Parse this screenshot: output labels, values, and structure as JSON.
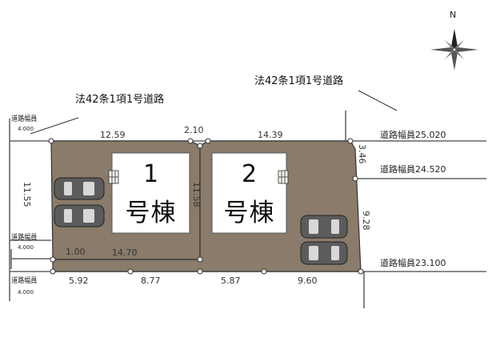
{
  "compass": {
    "north_label": "N"
  },
  "law_roads": {
    "left_label": "法42条1項1号道路",
    "right_label": "法42条1項1号道路"
  },
  "road_widths": {
    "left_top_title": "道路幅員",
    "left_top_value": "4.000",
    "left_mid_title": "道路幅員",
    "left_mid_value": "4.000",
    "left_bottom_title": "道路幅員",
    "left_bottom_value": "4.000",
    "right_1": "道路幅員25.020",
    "right_2": "道路幅員24.520",
    "right_3": "道路幅員23.100"
  },
  "dimensions": {
    "top_lot1": "12.59",
    "top_gap": "2.10",
    "top_lot2": "14.39",
    "left_side": "11.55",
    "divider": "11.58",
    "right_upper": "3.46",
    "right_lower": "9.28",
    "inner_small": "1.00",
    "inner_bottom": "14.70",
    "bottom_1": "5.92",
    "bottom_2": "8.77",
    "bottom_3": "5.87",
    "bottom_4": "9.60"
  },
  "buildings": [
    {
      "number": "1",
      "name": "号棟"
    },
    {
      "number": "2",
      "name": "号棟"
    }
  ]
}
